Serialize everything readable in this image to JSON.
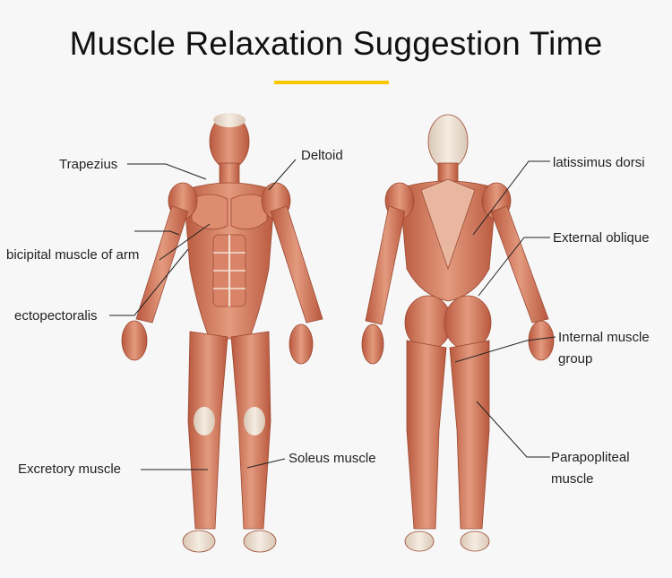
{
  "title": "Muscle Relaxation Suggestion Time",
  "accent_color": "#f7c800",
  "muscle_color": "#d4856a",
  "labels": {
    "trapezius": "Trapezius",
    "deltoid": "Deltoid",
    "bicipital": "bicipital muscle of arm",
    "ectopectoralis": "ectopectoralis",
    "excretory": "Excretory muscle",
    "soleus": "Soleus muscle",
    "latissimus": "latissimus dorsi",
    "external_oblique": "External oblique",
    "internal_line1": "Internal muscle",
    "internal_line2": "group",
    "parapopliteal_line1": "Parapopliteal",
    "parapopliteal_line2": "muscle"
  }
}
